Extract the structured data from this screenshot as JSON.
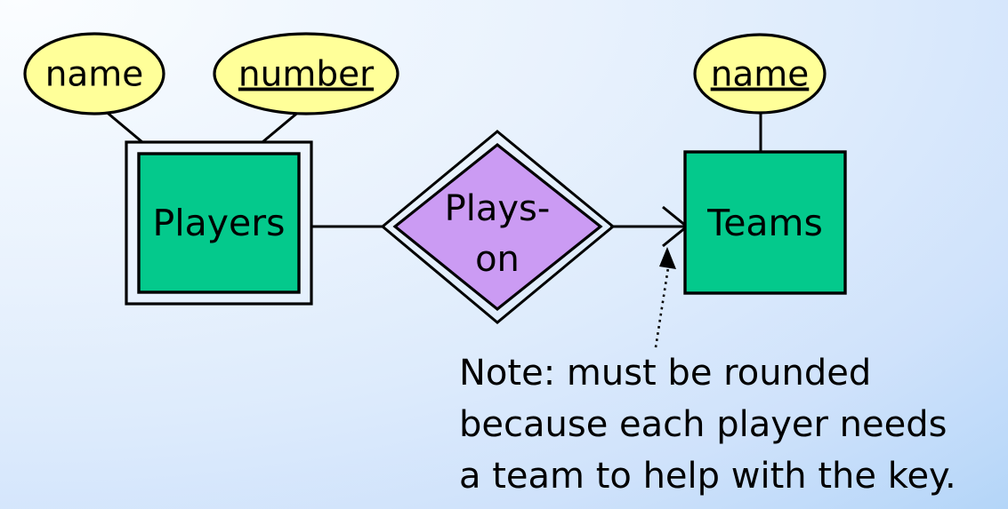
{
  "diagram": {
    "kind": "er-diagram",
    "background": {
      "from_color": "#fbfdff",
      "to_color": "#a9d0f7",
      "direction": "top-left to bottom-right"
    },
    "palette": {
      "attribute_fill": "#ffff99",
      "entity_fill": "#04c98c",
      "relationship_fill": "#cb9bf3",
      "stroke": "#000000"
    },
    "attributes": [
      {
        "id": "players-name",
        "label": "name",
        "is_key": false,
        "owner": "Players"
      },
      {
        "id": "players-number",
        "label": "number",
        "is_key": true,
        "owner": "Players"
      },
      {
        "id": "teams-name",
        "label": "name",
        "is_key": true,
        "owner": "Teams"
      }
    ],
    "entities": [
      {
        "id": "players",
        "label": "Players",
        "weak": true,
        "border": "double"
      },
      {
        "id": "teams",
        "label": "Teams",
        "weak": false,
        "border": "single"
      }
    ],
    "relationships": [
      {
        "id": "plays-on",
        "label_line1": "Plays-",
        "label_line2": "on",
        "identifying": true,
        "border": "double",
        "from": "Players",
        "to": "Teams",
        "to_arrow": "open-arrow-one"
      }
    ],
    "note": {
      "id": "rounded-note",
      "lines": [
        "Note: must be rounded",
        "because each player needs",
        "a team to help with the key."
      ],
      "leader": "dotted-arrow-to-teams"
    }
  }
}
